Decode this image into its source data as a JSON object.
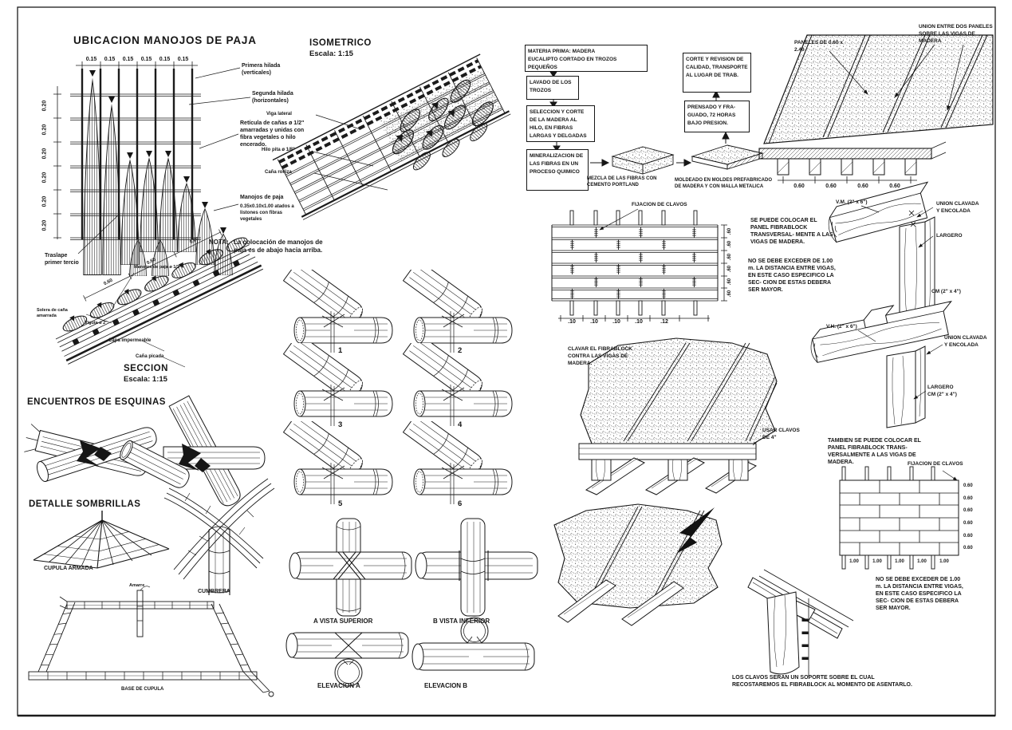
{
  "sheet": {
    "background": "#ffffff",
    "ink": "#1b1b1b"
  },
  "ubicacion": {
    "title": "UBICACION MANOJOS DE PAJA",
    "dim_top": "0.15",
    "dim_left": "0.20",
    "label_primera": "Primera hilada (verticales)",
    "label_segunda": "Segunda hilada (horizontales)",
    "label_reticula": "Retícula de cañas ø 1/2\" amarradas y unidas con fibra vegetales o hilo encerado.",
    "label_manojos": "Manojos de paja",
    "label_manojos_desc": "0.35x0.10x1.00 atados a listones con fibras vegetales",
    "label_traslape": "Traslape primer tercio",
    "nota_label": "NOTA:",
    "nota_text": "La colocación de manojos de paja es de abajo hacia arriba."
  },
  "isometrico": {
    "title": "ISOMETRICO",
    "escala": "Escala: 1:15",
    "labels": [
      "Viga lateral",
      "Hilo pita ø 1/8\"",
      "Caña rolliza"
    ]
  },
  "proceso": {
    "box_materia": "MATERIA PRIMA: MADERA EUCALIPTO CORTADO EN TROZOS PEQUEÑOS",
    "box_lavado": "LAVADO DE LOS TROZOS",
    "box_seleccion": "SELECCION Y CORTE DE LA MADERA AL HILO, EN FIBRAS LARGAS Y DELGADAS",
    "box_mineralizacion": "MINERALIZACION DE LAS FIBRAS EN UN PROCESO QUIMICO",
    "caption_mezcla": "MEZCLA DE LAS FIBRAS CON CEMENTO PORTLAND",
    "caption_moldeado": "MOLDEADO EN MOLDES PREFABRICADO DE MADERA Y CON MALLA METALICA",
    "box_prensado": "PRENSADO Y FRA- GUADO, 72 HORAS BAJO PRESION.",
    "box_corte": "CORTE Y REVISION DE CALIDAD, TRANSPORTE AL LUGAR DE TRAB."
  },
  "paneles": {
    "label_paneles": "PANELES DE 0.60 x 2.40",
    "label_union": "UNION ENTRE DOS PANELES SOBRE LAS VIGAS DE MADERA",
    "dim": "0.60"
  },
  "fijacion1": {
    "title": "FIJACION DE CLAVOS",
    "dim_10": ".10",
    "dim_12": ".12",
    "dim_v": ".60"
  },
  "vigas": {
    "vm": "V.M. (2\" x 6\")",
    "vh": "V.H. (2\" x 6\")",
    "union": "UNION CLAVADA Y ENCOLADA",
    "largero": "LARGERO",
    "cm": "CM (2\" x 4\")"
  },
  "notas": {
    "se_puede": "SE PUEDE COLOCAR EL PANEL FIBRABLOCK TRANSVERSAL- MENTE A LAS VIGAS DE MADERA.",
    "no_exceder": "NO SE DEBE EXCEDER DE 1.00 m. LA DISTANCIA ENTRE VIGAS, EN ESTE CASO ESPECIFICO LA SEC- CION DE ESTAS DEBERA SER MAYOR.",
    "clavar": "CLAVAR EL FIBRABLOCK CONTRA LAS VIGAS DE MADERA.",
    "usar_clavos": "USAR CLAVOS DE 4\"",
    "tambien": "TAMBIEN SE PUEDE COLOCAR EL PANEL FIBRABLOCK TRANS- VERSALMENTE A LAS VIGAS DE MADERA.",
    "los_clavos": "LOS CLAVOS SERAN UN SOPORTE SOBRE EL CUAL RECOSTAREMOS EL FIBRABLOCK AL MOMENTO DE ASENTARLO."
  },
  "fijacion2": {
    "title": "FIJACION DE CLAVOS",
    "dim_h": "1.00",
    "dim_v": "0.60"
  },
  "seccion": {
    "title": "SECCION",
    "escala": "Escala: 1:15",
    "labels": [
      "Manojos de paja ø 1/2\"",
      "Solera de caña amarrada",
      "Viguta ø 2\"",
      "Capa impermeable",
      "Caña picada"
    ],
    "dims": [
      "0.60",
      "0.60",
      "0.60"
    ]
  },
  "esquinas": {
    "title": "ENCUENTROS DE ESQUINAS"
  },
  "sombrillas": {
    "title": "DETALLE SOMBRILLAS",
    "cupula": "CUPULA ARMADA",
    "cumbrera": "CUMBRERA",
    "base": "BASE DE CUPULA",
    "amarre": "Amarre"
  },
  "uniones": {
    "numeros": [
      "1",
      "2",
      "3",
      "4",
      "5",
      "6"
    ]
  },
  "vistas": {
    "vista_a": "A VISTA SUPERIOR",
    "vista_b": "B VISTA INFERIOR",
    "elev_a": "ELEVACION A",
    "elev_b": "ELEVACION B"
  }
}
